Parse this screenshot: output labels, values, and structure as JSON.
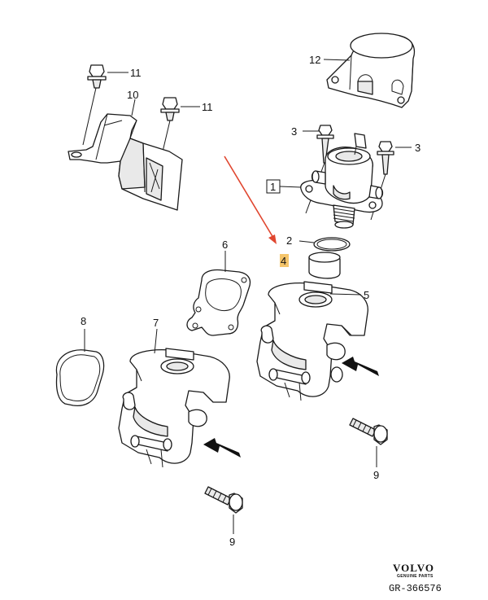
{
  "callouts": {
    "c1": "1",
    "c2": "2",
    "c3a": "3",
    "c3b": "3",
    "c4": "4",
    "c5": "5",
    "c6": "6",
    "c7": "7",
    "c8": "8",
    "c9a": "9",
    "c9b": "9",
    "c10": "10",
    "c11a": "11",
    "c11b": "11",
    "c12": "12"
  },
  "brand": {
    "logo_text": "VOLVO",
    "logo_subtext": "GENUINE PARTS",
    "figure_code": "GR-366576"
  },
  "colors": {
    "highlight_fill": "#f5c56b",
    "pointer_arrow": "#e0462f",
    "line": "#1a1a1a"
  }
}
